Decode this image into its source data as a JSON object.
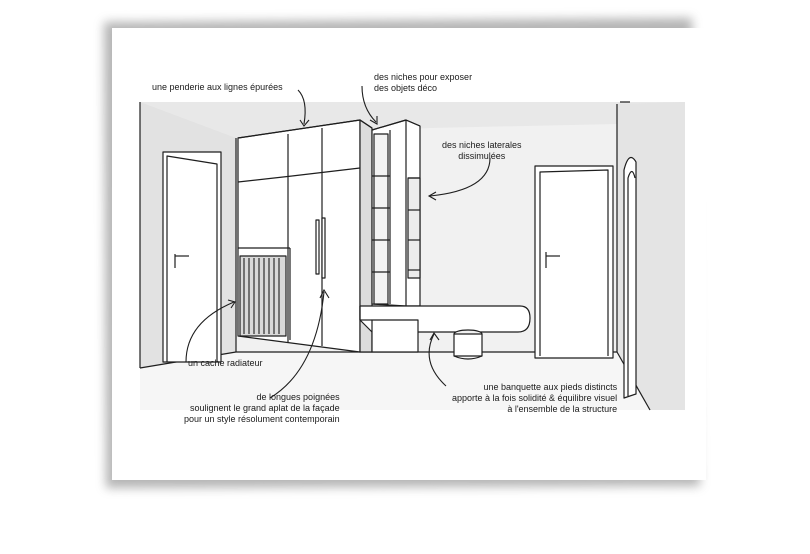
{
  "annotations": {
    "penderie": "une penderie aux lignes épurées",
    "niches_expo": [
      "des niches pour exposer",
      "des objets déco"
    ],
    "niches_laterales": [
      "des niches laterales",
      "dissimulées"
    ],
    "cache_radiateur": "un cache radiateur",
    "poignees": [
      "de longues poignées",
      "soulignent le grand aplat de la façade",
      "pour un style résolument contemporain"
    ],
    "banquette": [
      "une banquette aux pieds distincts",
      "apporte à la fois solidité & équilibre visuel",
      "à l'ensemble de la structure"
    ]
  },
  "colors": {
    "paper": "#ffffff",
    "shadow": "#b8b8b8",
    "wall_fill": "#e6e6e6",
    "ink": "#1e1e1e"
  }
}
